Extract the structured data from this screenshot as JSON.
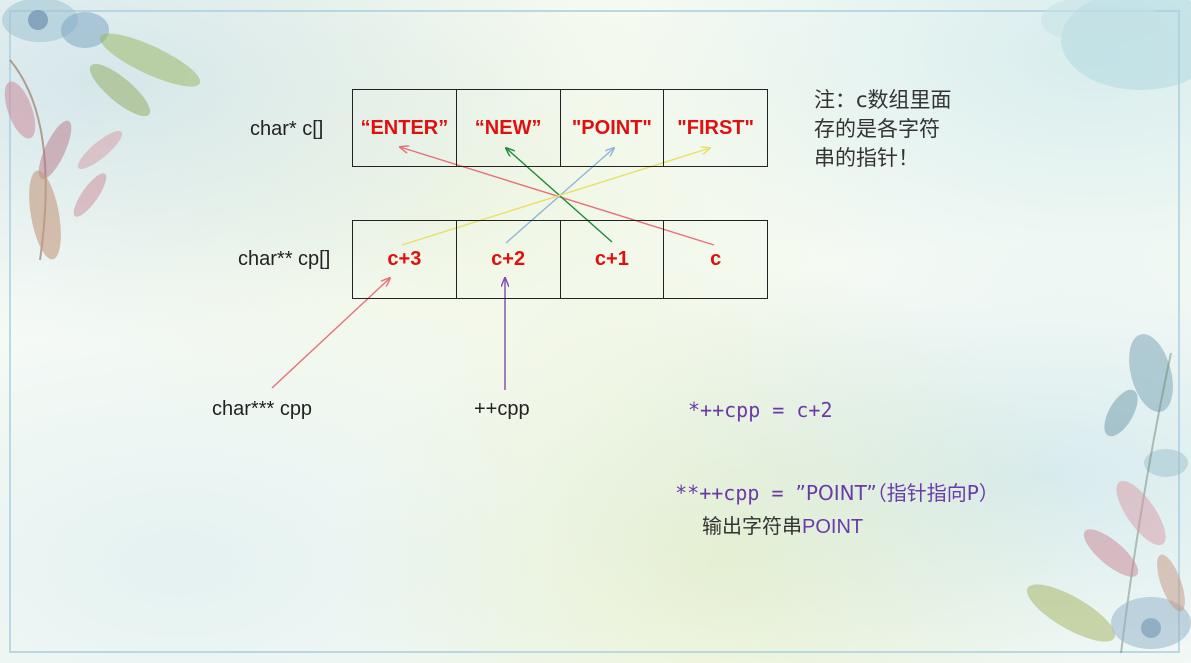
{
  "labels": {
    "c_array": "char* c[]",
    "cp_array": "char** cp[]",
    "cpp": "char*** cpp",
    "pre_increment": "++cpp"
  },
  "c_cells": [
    "“ENTER”",
    "“NEW”",
    "\"POINT\"",
    "\"FIRST\""
  ],
  "cp_cells": [
    "c+3",
    "c+2",
    "c+1",
    "c"
  ],
  "note": "注：c数组里面存的是各字符串的指针！",
  "expressions": {
    "line1": "*++cpp = c+2",
    "line2_code": "**++cpp = ",
    "line2_rest": "”POINT”（指针指向P）"
  },
  "output": {
    "prefix": "输出字符串",
    "highlight": "POINT"
  },
  "colors": {
    "cell_text": "#e01010",
    "expression_text": "#6a3aa8",
    "arrow_c_to_enter": "#e8707a",
    "arrow_c1_to_new": "#1f8a3a",
    "arrow_c2_to_point": "#8fb6dc",
    "arrow_c3_to_first": "#e8e060",
    "arrow_cpp": "#e8707a",
    "arrow_pre_increment": "#7a4bb0"
  }
}
